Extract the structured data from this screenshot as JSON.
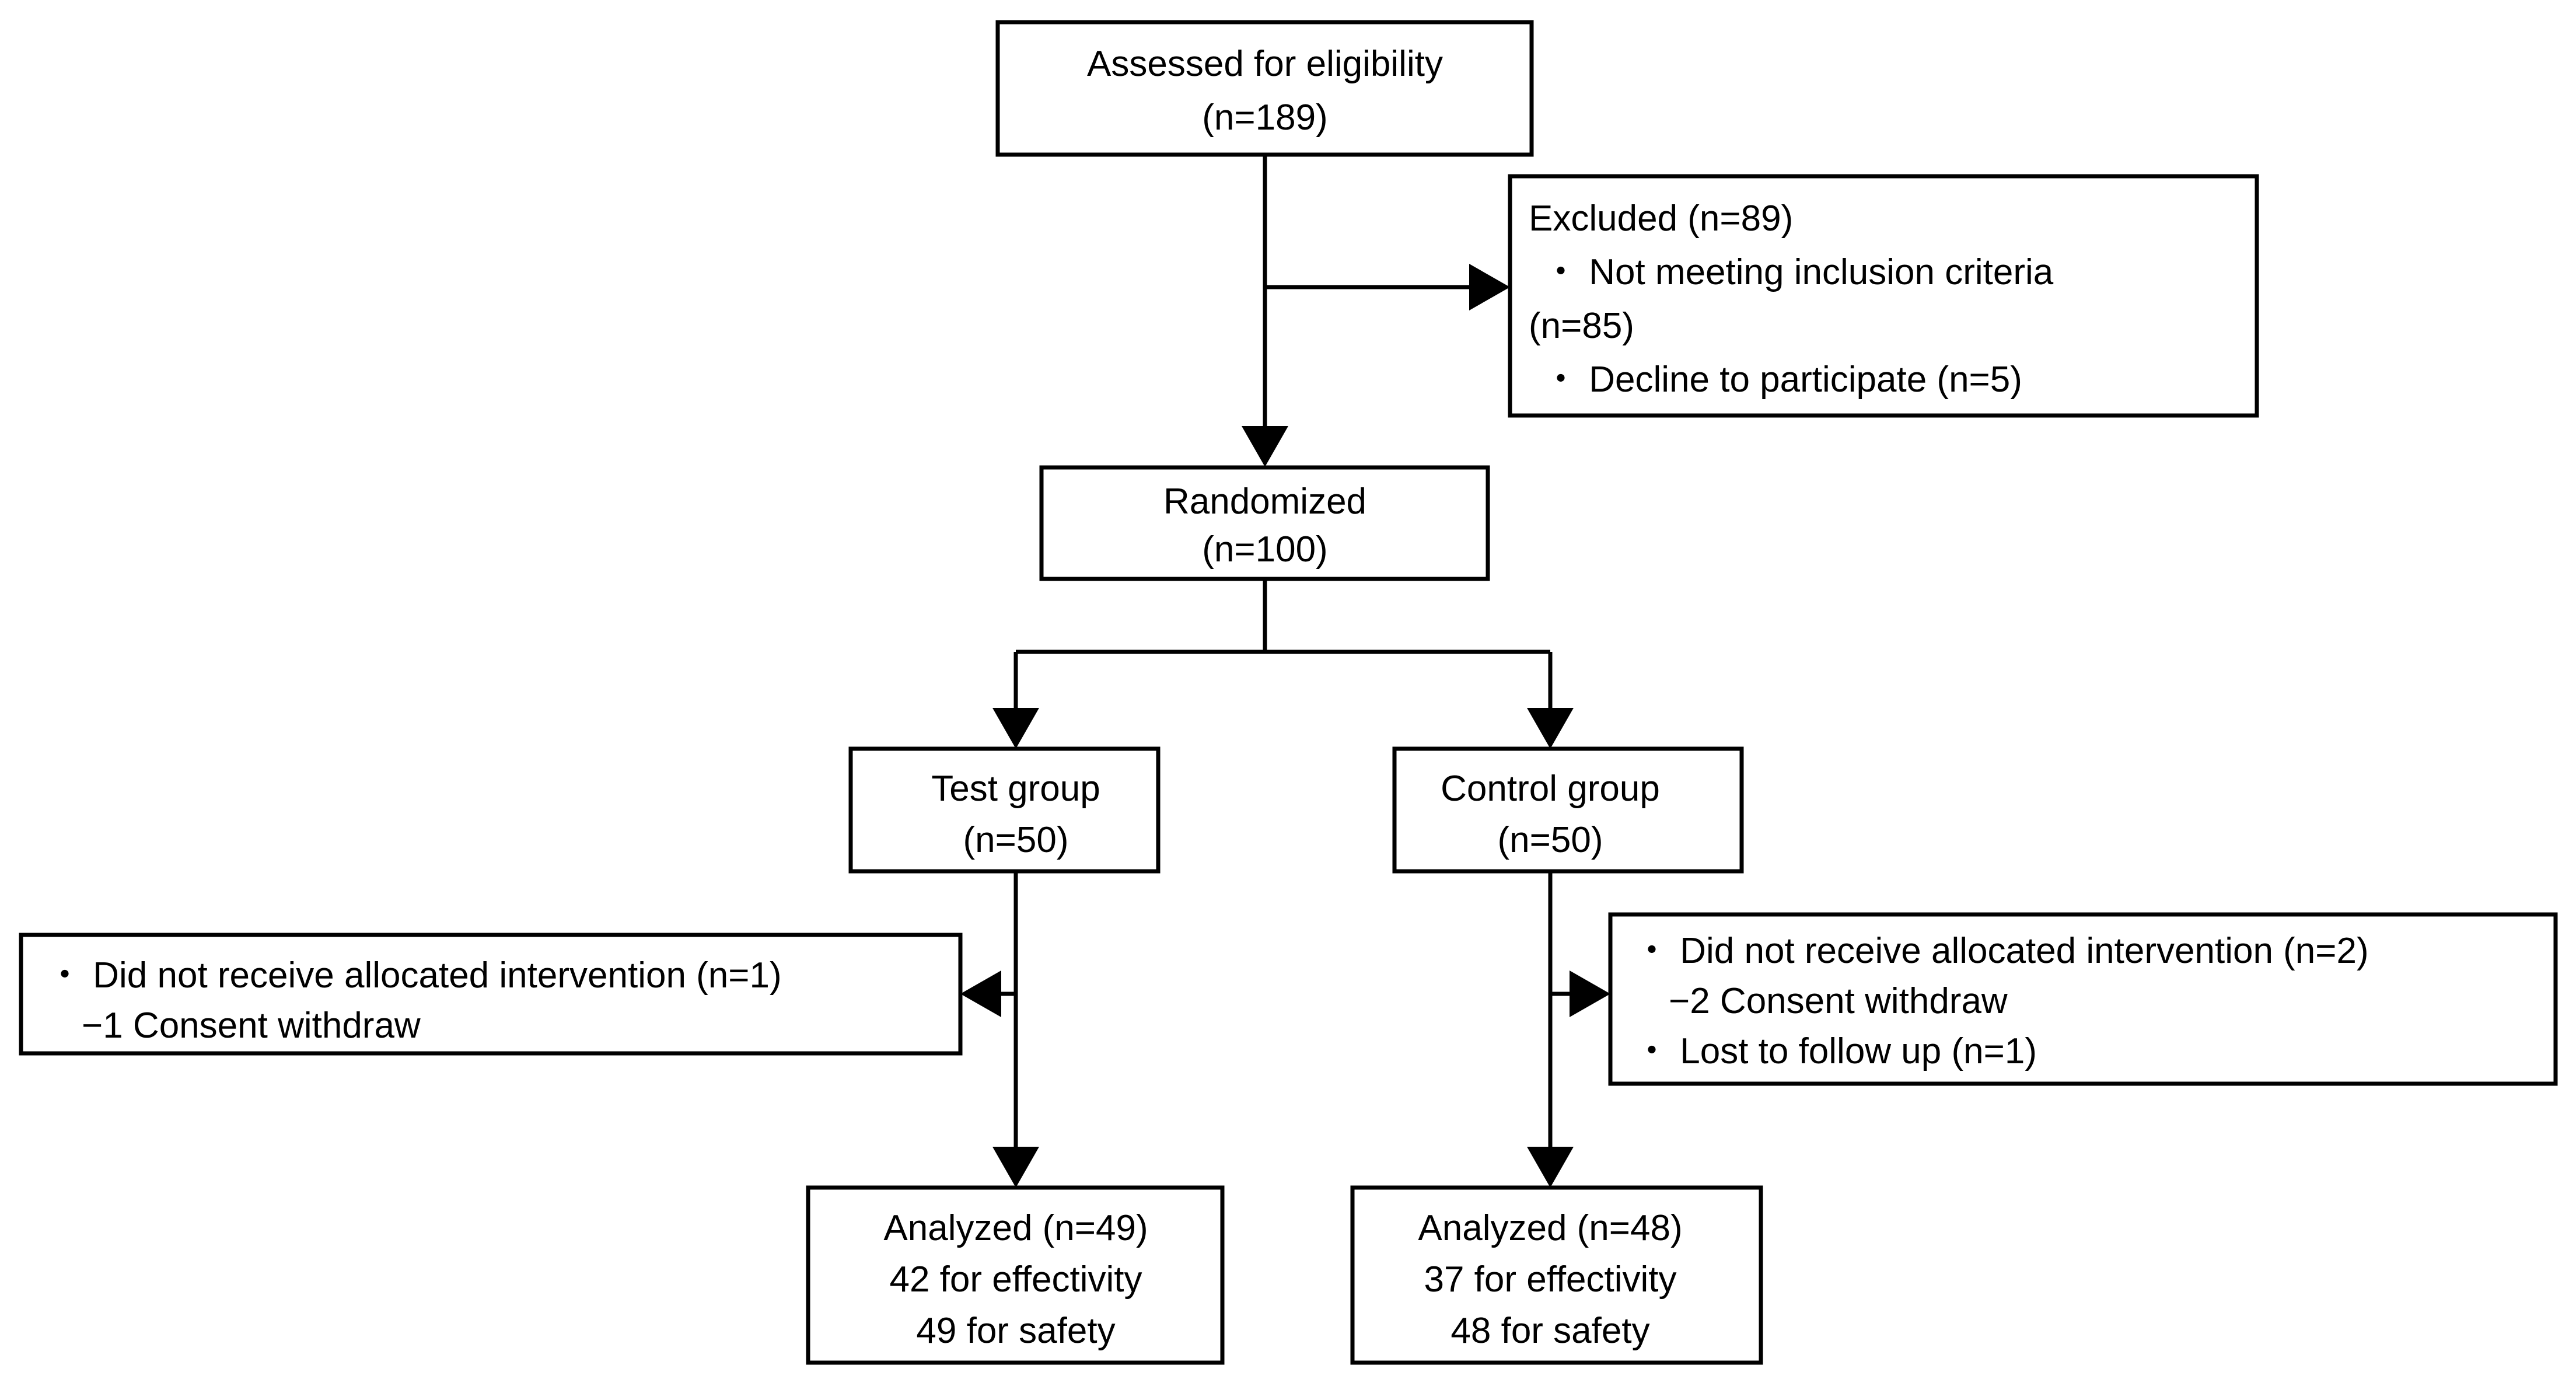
{
  "diagram": {
    "type": "consort-flow-diagram",
    "title": "CONSORT participant flow diagram",
    "colors": {
      "background": "#ffffff",
      "box_border": "#000000",
      "box_fill": "#ffffff",
      "connector": "#000000",
      "text": "#000000"
    },
    "nodes": {
      "assessed": {
        "id": "assessed-for-eligibility",
        "lines": [
          "Assessed for eligibility",
          "(n=189)"
        ],
        "align": "center",
        "n": 189
      },
      "excluded": {
        "id": "excluded",
        "lines": [
          "Excluded (n=89)",
          "・ Not meeting inclusion criteria",
          "(n=85)",
          "・ Decline to participate (n=5)"
        ],
        "align": "left",
        "n": 89,
        "reasons": [
          {
            "label": "Not meeting inclusion criteria",
            "n": 85
          },
          {
            "label": "Decline to participate",
            "n": 5
          }
        ]
      },
      "randomized": {
        "id": "randomized",
        "lines": [
          "Randomized",
          "(n=100)"
        ],
        "align": "center",
        "n": 100
      },
      "test_group": {
        "id": "test-group",
        "lines": [
          "Test group",
          "(n=50)"
        ],
        "align": "center",
        "n": 50
      },
      "control_group": {
        "id": "control-group",
        "lines": [
          "Control group",
          "(n=50)"
        ],
        "align": "center",
        "n": 50
      },
      "test_dropout": {
        "id": "test-group-dropout",
        "lines": [
          "・ Did not receive allocated intervention (n=1)",
          "− 1 Consent withdraw"
        ],
        "align": "left",
        "items": [
          {
            "label": "Did not receive allocated intervention",
            "n": 1
          },
          {
            "label": "Consent withdraw",
            "n": 1,
            "prefix": "−"
          }
        ]
      },
      "control_dropout": {
        "id": "control-group-dropout",
        "lines": [
          "・ Did not receive allocated intervention (n=2)",
          "− 2 Consent withdraw",
          "・ Lost to follow up (n=1)"
        ],
        "align": "left",
        "items": [
          {
            "label": "Did not receive allocated intervention",
            "n": 2
          },
          {
            "label": "Consent withdraw",
            "n": 2,
            "prefix": "−"
          },
          {
            "label": "Lost to follow up",
            "n": 1
          }
        ]
      },
      "test_analyzed": {
        "id": "test-group-analyzed",
        "lines": [
          "Analyzed (n=49)",
          "42 for effectivity",
          "49 for safety"
        ],
        "align": "center",
        "n": 49,
        "effectivity": 42,
        "safety": 49
      },
      "control_analyzed": {
        "id": "control-group-analyzed",
        "lines": [
          "Analyzed (n=48)",
          "37 for effectivity",
          "48 for safety"
        ],
        "align": "center",
        "n": 48,
        "effectivity": 37,
        "safety": 48
      }
    }
  },
  "text": {
    "assessed_l1": "Assessed for eligibility",
    "assessed_l2": "(n=189)",
    "excluded_l1": "Excluded (n=89)",
    "excluded_l2": "・ Not meeting inclusion criteria",
    "excluded_l3": "(n=85)",
    "excluded_l4": "・ Decline to participate (n=5)",
    "randomized_l1": "Randomized",
    "randomized_l2": "(n=100)",
    "test_group_l1": "Test group",
    "test_group_l2": "(n=50)",
    "control_group_l1": "Control group",
    "control_group_l2": "(n=50)",
    "test_dropout_l1": "・ Did not receive allocated intervention (n=1)",
    "test_dropout_l2": "−1 Consent withdraw",
    "control_dropout_l1": "・ Did not receive allocated intervention (n=2)",
    "control_dropout_l2": "−2 Consent withdraw",
    "control_dropout_l3": "・ Lost to follow up (n=1)",
    "test_analyzed_l1": "Analyzed (n=49)",
    "test_analyzed_l2": "42 for effectivity",
    "test_analyzed_l3": "49 for safety",
    "control_analyzed_l1": "Analyzed (n=48)",
    "control_analyzed_l2": "37 for effectivity",
    "control_analyzed_l3": "48 for safety"
  }
}
